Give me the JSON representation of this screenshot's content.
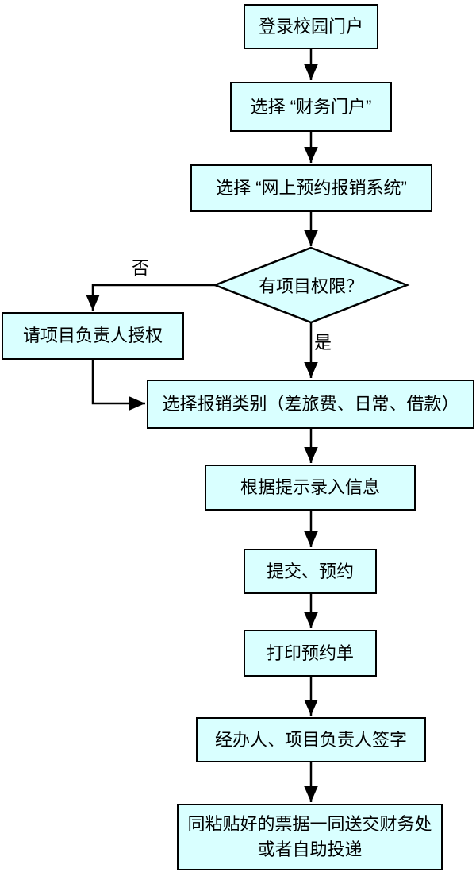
{
  "colors": {
    "fill": "#D9FFFF",
    "stroke": "#000000",
    "bg": "#FFFFFF"
  },
  "nodes": {
    "login": "登录校园门户",
    "portal": "选择 “财务门户”",
    "system": "选择 “网上预约报销系统”",
    "decision": "有项目权限？",
    "authorize": "请项目负责人授权",
    "category": "选择报销类别（差旅费、日常、借款）",
    "input": "根据提示录入信息",
    "submit": "提交、预约",
    "print": "打印预约单",
    "sign": "经办人、项目负责人签字",
    "deliver": {
      "line1": "同粘贴好的票据一同送交财务处",
      "line2": "或者自助投递"
    }
  },
  "edge_labels": {
    "yes": "是",
    "no": "否"
  }
}
